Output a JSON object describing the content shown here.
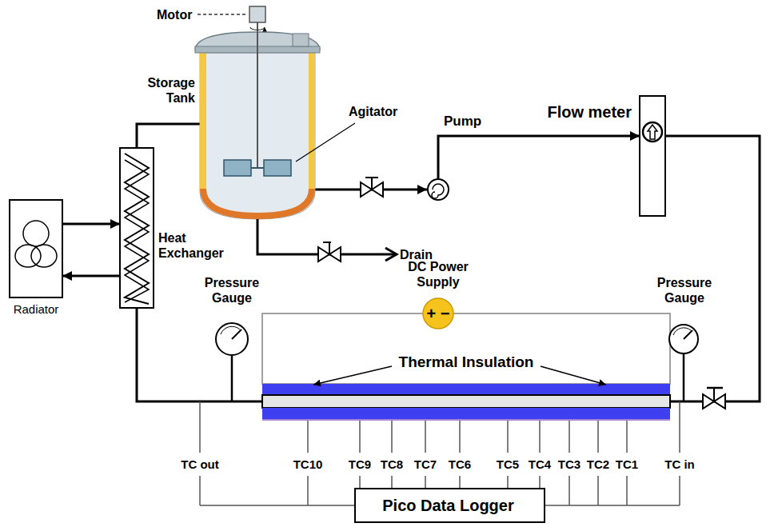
{
  "diagram": {
    "nodes": [
      {
        "text": [
          "Storage Tank"
        ]
      },
      {
        "text": [
          "Pump"
        ]
      },
      {
        "text": [
          "Flow meter"
        ]
      },
      {
        "text": [
          "Heat Exchanger"
        ]
      },
      {
        "text": [
          "Radiator"
        ]
      },
      {
        "text": [
          "DC Power Supply",
          "+ −"
        ]
      },
      {
        "text": [
          "Thermal Insulation"
        ]
      },
      {
        "text": [
          "Pico Data Logger"
        ]
      }
    ],
    "edges": [
      {
        "from": 0,
        "to": 1,
        "arrow": "to"
      },
      {
        "from": 1,
        "to": 2,
        "arrow": "to"
      },
      {
        "from": 2,
        "to": 6,
        "arrow": "none"
      },
      {
        "from": 6,
        "to": 3,
        "arrow": "none"
      },
      {
        "from": 3,
        "to": 0,
        "arrow": "none"
      },
      {
        "from": 4,
        "to": 3,
        "arrow": "to"
      },
      {
        "from": 3,
        "to": 4,
        "arrow": "to"
      }
    ],
    "labels": [
      "Motor",
      "Agitator",
      "Drain",
      "Pressure Gauge",
      "Pressure Gauge",
      "TC out",
      "TC10",
      "TC9",
      "TC8",
      "TC7",
      "TC6",
      "TC5",
      "TC4",
      "TC3",
      "TC2",
      "TC1",
      "TC in"
    ]
  }
}
